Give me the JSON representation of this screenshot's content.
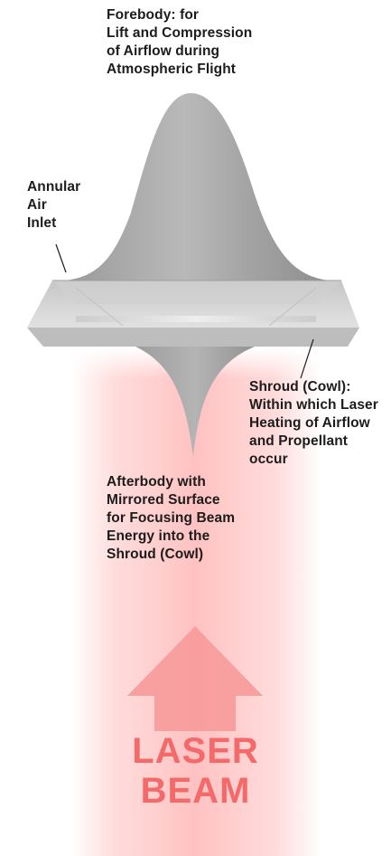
{
  "labels": {
    "forebody": [
      "Forebody: for",
      "Lift and Compression",
      "of Airflow during",
      "Atmospheric Flight"
    ],
    "inlet": [
      "Annular",
      "Air",
      "Inlet"
    ],
    "shroud": [
      "Shroud (Cowl):",
      "Within which Laser",
      "Heating of Airflow",
      "and Propellant",
      "occur"
    ],
    "afterbody": [
      "Afterbody with",
      "Mirrored Surface",
      "for Focusing Beam",
      "Energy into the",
      "Shroud (Cowl)"
    ]
  },
  "beam": {
    "lines": [
      "LASER",
      "BEAM"
    ]
  },
  "colors": {
    "beam": "#ff8f8f",
    "beam_text": "#f46a6a",
    "arrow": "#f79a9a",
    "body": "#a8a8a8",
    "text": "#1c1c1c"
  }
}
